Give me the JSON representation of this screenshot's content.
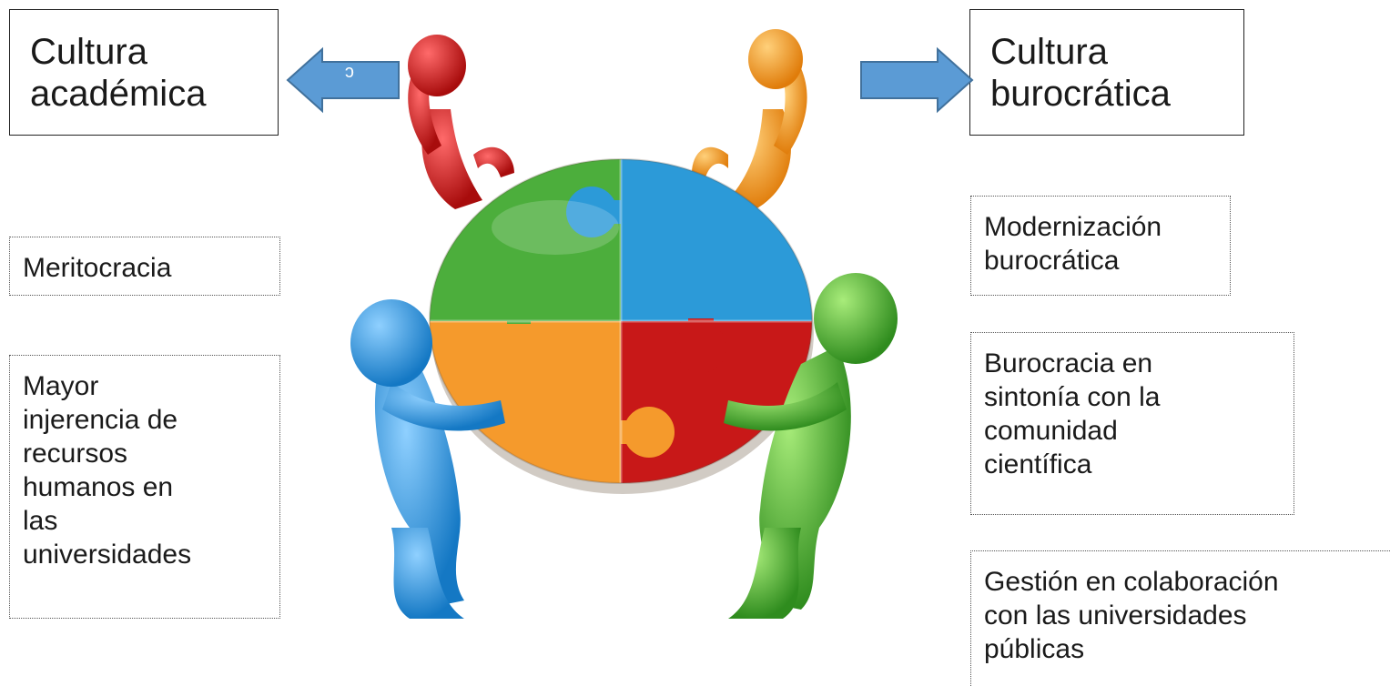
{
  "diagram": {
    "left_title": [
      "Cultura",
      "académica"
    ],
    "right_title": [
      "Cultura",
      "burocrática"
    ],
    "left_arrow_label": "c",
    "left_items": [
      {
        "id": "meritocracia",
        "lines": [
          "Meritocracia"
        ]
      },
      {
        "id": "mayor",
        "lines": [
          "Mayor",
          "injerencia de",
          "recursos",
          "humanos en",
          "las",
          "universidades"
        ]
      }
    ],
    "right_items": [
      {
        "id": "modernizacion",
        "lines": [
          "Modernización",
          "burocrática"
        ]
      },
      {
        "id": "sintonia",
        "lines": [
          "Burocracia en",
          "sintonía con la",
          "comunidad",
          "científica"
        ]
      },
      {
        "id": "gestion",
        "lines": [
          "Gestión en colaboración",
          "con las universidades",
          "públicas"
        ]
      }
    ],
    "colors": {
      "arrow_fill": "#5b9bd5",
      "arrow_stroke": "#41719c",
      "puzzle_green": "#4cae3c",
      "puzzle_blue": "#2c9ad8",
      "puzzle_orange": "#f59a2c",
      "puzzle_red": "#c81818"
    },
    "illustration": "people-holding-puzzle-circle"
  }
}
